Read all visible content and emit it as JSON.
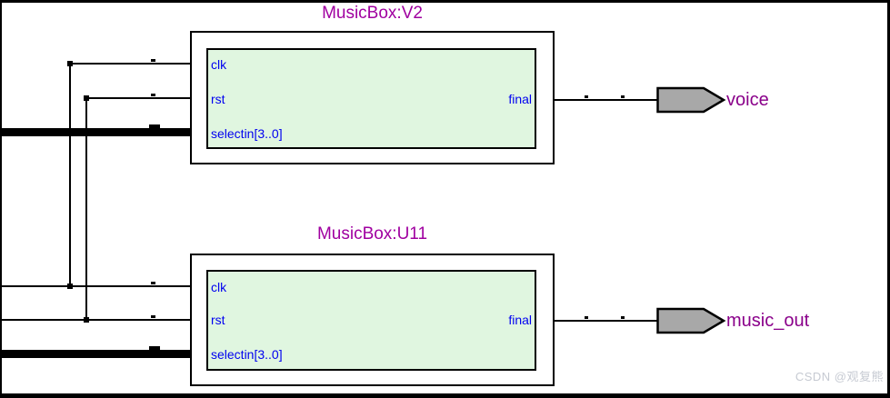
{
  "diagram": {
    "colors": {
      "instance_title": "#a000a0",
      "port_text": "#0000f0",
      "module_fill": "#e0f6e0",
      "module_border": "#000000",
      "pin_fill": "#a8a8a8",
      "pin_label": "#8a008a",
      "wire": "#000000",
      "watermark": "#c6cad2"
    },
    "instances": [
      {
        "title": "MusicBox:V2",
        "ports": {
          "in": [
            "clk",
            "rst",
            "selectin[3..0]"
          ],
          "out": "final"
        },
        "output_pin_label": "voice"
      },
      {
        "title": "MusicBox:U11",
        "ports": {
          "in": [
            "clk",
            "rst",
            "selectin[3..0]"
          ],
          "out": "final"
        },
        "output_pin_label": "music_out"
      }
    ],
    "watermark": "CSDN @观复熊"
  }
}
